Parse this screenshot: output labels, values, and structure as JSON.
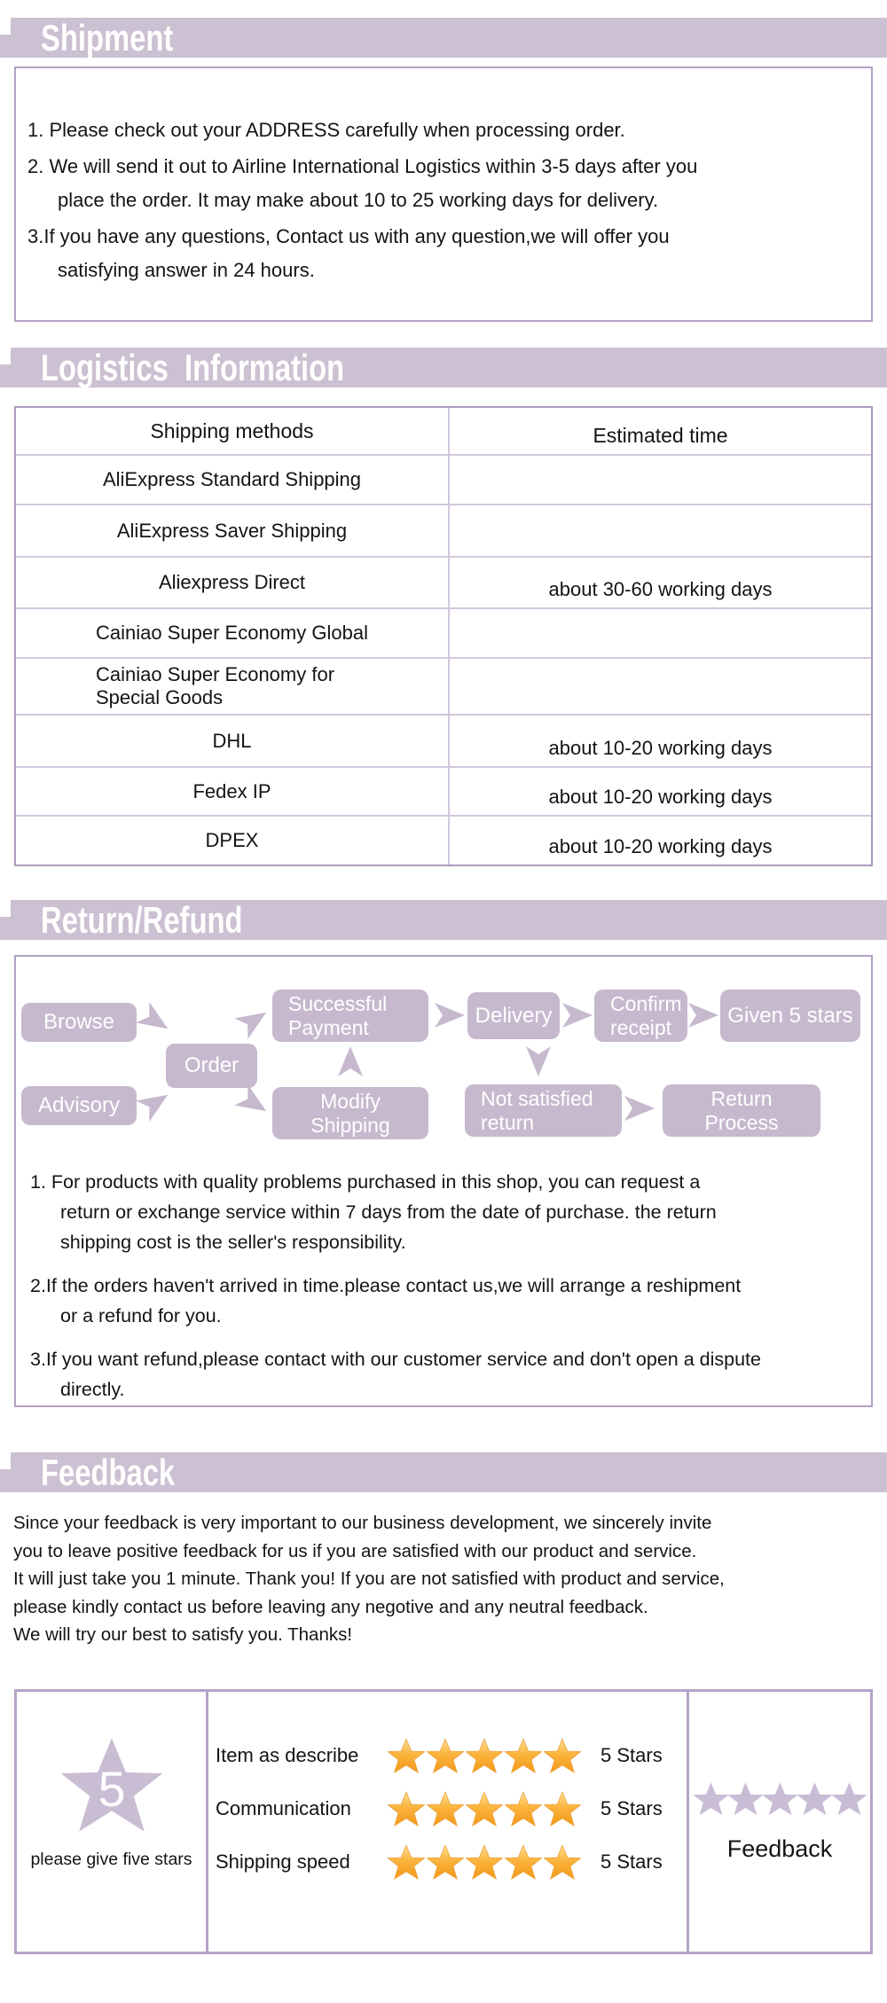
{
  "colors": {
    "bar_bg": "#cbc1d2",
    "panel_border": "#b2a2c3",
    "flow_box": "#c6b9ce",
    "gold_star": "#f59c1c",
    "purple_star": "#c9bdd5"
  },
  "shipment": {
    "title": "Shipment",
    "items": [
      "1. Please check out your ADDRESS carefully when processing order.",
      "2. We will send it out to Airline International Logistics within 3-5 days after you\nplace the order. It may make about 10 to 25 working days for delivery.",
      "3.If you have any questions, Contact us with any question,we will offer you\nsatisfying answer in 24 hours."
    ]
  },
  "logistics": {
    "title": "Logistics  Information",
    "columns": [
      "Shipping methods",
      "Estimated time"
    ],
    "rows": [
      {
        "method": "AliExpress Standard Shipping",
        "time": ""
      },
      {
        "method": "AliExpress Saver Shipping",
        "time": ""
      },
      {
        "method": "Aliexpress Direct",
        "time": "about 30-60 working days"
      },
      {
        "method": "Cainiao Super Economy Global",
        "time": ""
      },
      {
        "method": "Cainiao Super Economy for\nSpecial Goods",
        "time": ""
      },
      {
        "method": "DHL",
        "time": "about 10-20 working days"
      },
      {
        "method": "Fedex IP",
        "time": "about 10-20 working days"
      },
      {
        "method": "DPEX",
        "time": "about 10-20 working days"
      }
    ]
  },
  "return_refund": {
    "title": "Return/Refund",
    "flow": {
      "browse": "Browse",
      "advisory": "Advisory",
      "order": "Order",
      "payment": "Successful\nPayment",
      "modify": "Modify\nShipping",
      "delivery": "Delivery",
      "confirm": "Confirm\nreceipt",
      "given": "Given 5 stars",
      "notsat": "Not satisfied\nreturn",
      "process": "Return\nProcess"
    },
    "items": [
      "1. For products with quality problems purchased in this shop, you can request a\nreturn or exchange service within 7 days from the date of purchase. the return\nshipping cost is the seller's responsibility.",
      "2.If the orders haven't arrived in time.please contact us,we will arrange a reshipment\nor a refund for you.",
      "3.If you want refund,please contact with our customer service and don't open a dispute\ndirectly."
    ]
  },
  "feedback": {
    "title": "Feedback",
    "paragraph": "Since your feedback is very important to our business development, we sincerely invite\nyou to leave positive feedback for us if you are satisfied with our product and service.\nIt will just take you 1 minute. Thank you! If you are not satisfied with product and service,\nplease kindly contact us before leaving any negotive and any neutral feedback.\nWe will try our best to satisfy you. Thanks!",
    "table": {
      "big_star_value": "5",
      "caption": "please give five stars",
      "rows": [
        {
          "label": "Item as describe",
          "stars": 5,
          "value": "5 Stars"
        },
        {
          "label": "Communication",
          "stars": 5,
          "value": "5 Stars"
        },
        {
          "label": "Shipping speed",
          "stars": 5,
          "value": "5 Stars"
        }
      ],
      "right": {
        "stars": 5,
        "label": "Feedback"
      }
    }
  }
}
